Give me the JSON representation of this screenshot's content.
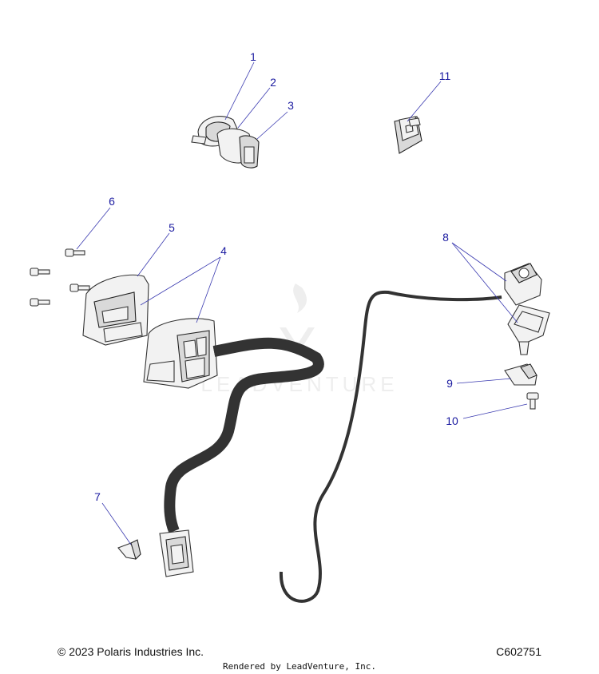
{
  "callouts": [
    {
      "id": "1",
      "label": "1"
    },
    {
      "id": "2",
      "label": "2"
    },
    {
      "id": "3",
      "label": "3"
    },
    {
      "id": "4",
      "label": "4"
    },
    {
      "id": "5",
      "label": "5"
    },
    {
      "id": "6",
      "label": "6"
    },
    {
      "id": "7",
      "label": "7"
    },
    {
      "id": "8",
      "label": "8"
    },
    {
      "id": "9",
      "label": "9"
    },
    {
      "id": "10",
      "label": "10"
    },
    {
      "id": "11",
      "label": "11"
    }
  ],
  "watermark": {
    "text": "LEADVENTURE"
  },
  "footer": {
    "copyright": "© 2023 Polaris Industries Inc.",
    "drawing_code": "C602751",
    "rendered_by": "Rendered by LeadVenture, Inc."
  },
  "colors": {
    "callout": "#1a1aa0",
    "line": "#333333"
  }
}
